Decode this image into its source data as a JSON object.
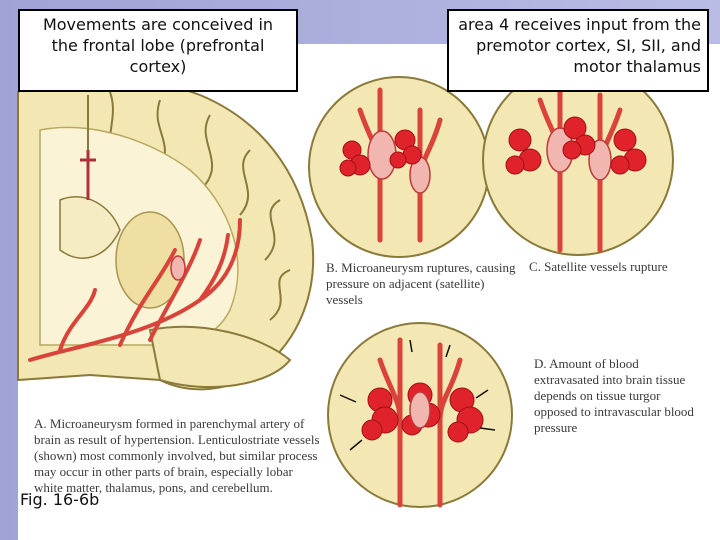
{
  "callouts": {
    "left": "Movements are conceived in the frontal lobe (prefrontal cortex)",
    "right": "area 4 receives input from the premotor cortex, SI, SII, and motor thalamus"
  },
  "figure_label": "Fig. 16-6b",
  "captions": {
    "a": "A. Microaneurysm formed in parenchymal artery of brain as result of hypertension. Lenticulostriate vessels (shown) most commonly involved, but similar process may occur in other parts of brain, especially lobar white matter, thalamus, pons, and cerebellum.",
    "b": "B. Microaneurysm ruptures, causing pressure on adjacent (satellite) vessels",
    "c": "C. Satellite vessels rupture",
    "d": "D. Amount of blood extravasated into brain tissue depends on tissue turgor opposed to intravascular blood pressure"
  },
  "colors": {
    "background": "#9fa3d6",
    "brain_tissue": "#f3e7b4",
    "brain_outline": "#8a7a3a",
    "vessel": "#d9433a",
    "hemorrhage": "#e0232b",
    "aneurysm": "#f1b6b0"
  }
}
